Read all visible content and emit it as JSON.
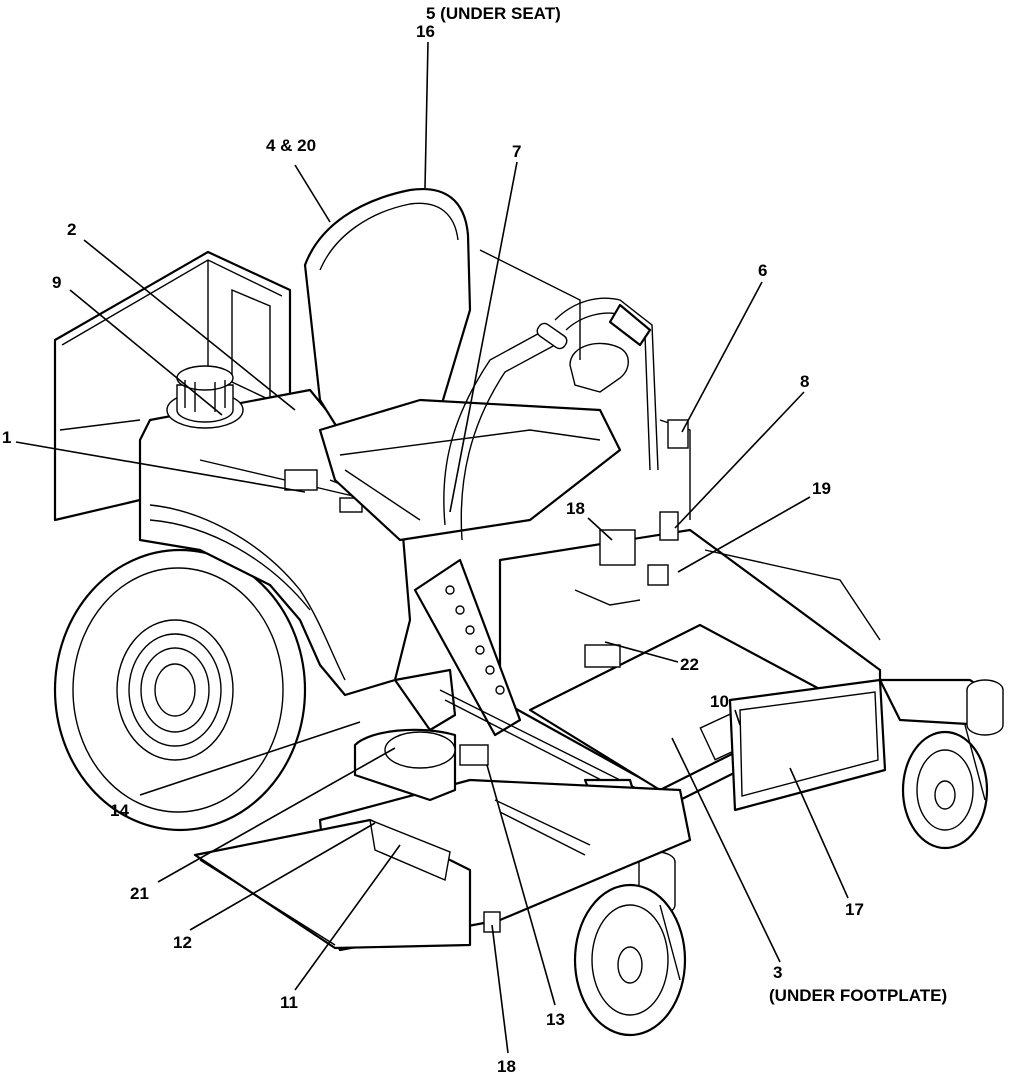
{
  "callouts": {
    "c1": "1",
    "c2": "2",
    "c3": "3",
    "c3_note": "(UNDER FOOTPLATE)",
    "c4": "4 & 20",
    "c5": "5 (UNDER SEAT)",
    "c6": "6",
    "c7": "7",
    "c8": "8",
    "c9": "9",
    "c10": "10",
    "c11": "11",
    "c12": "12",
    "c13": "13",
    "c14": "14",
    "c16": "16",
    "c17": "17",
    "c18a": "18",
    "c18b": "18",
    "c19": "19",
    "c21": "21",
    "c22": "22"
  },
  "colors": {
    "line": "#000000",
    "paper": "#ffffff"
  }
}
